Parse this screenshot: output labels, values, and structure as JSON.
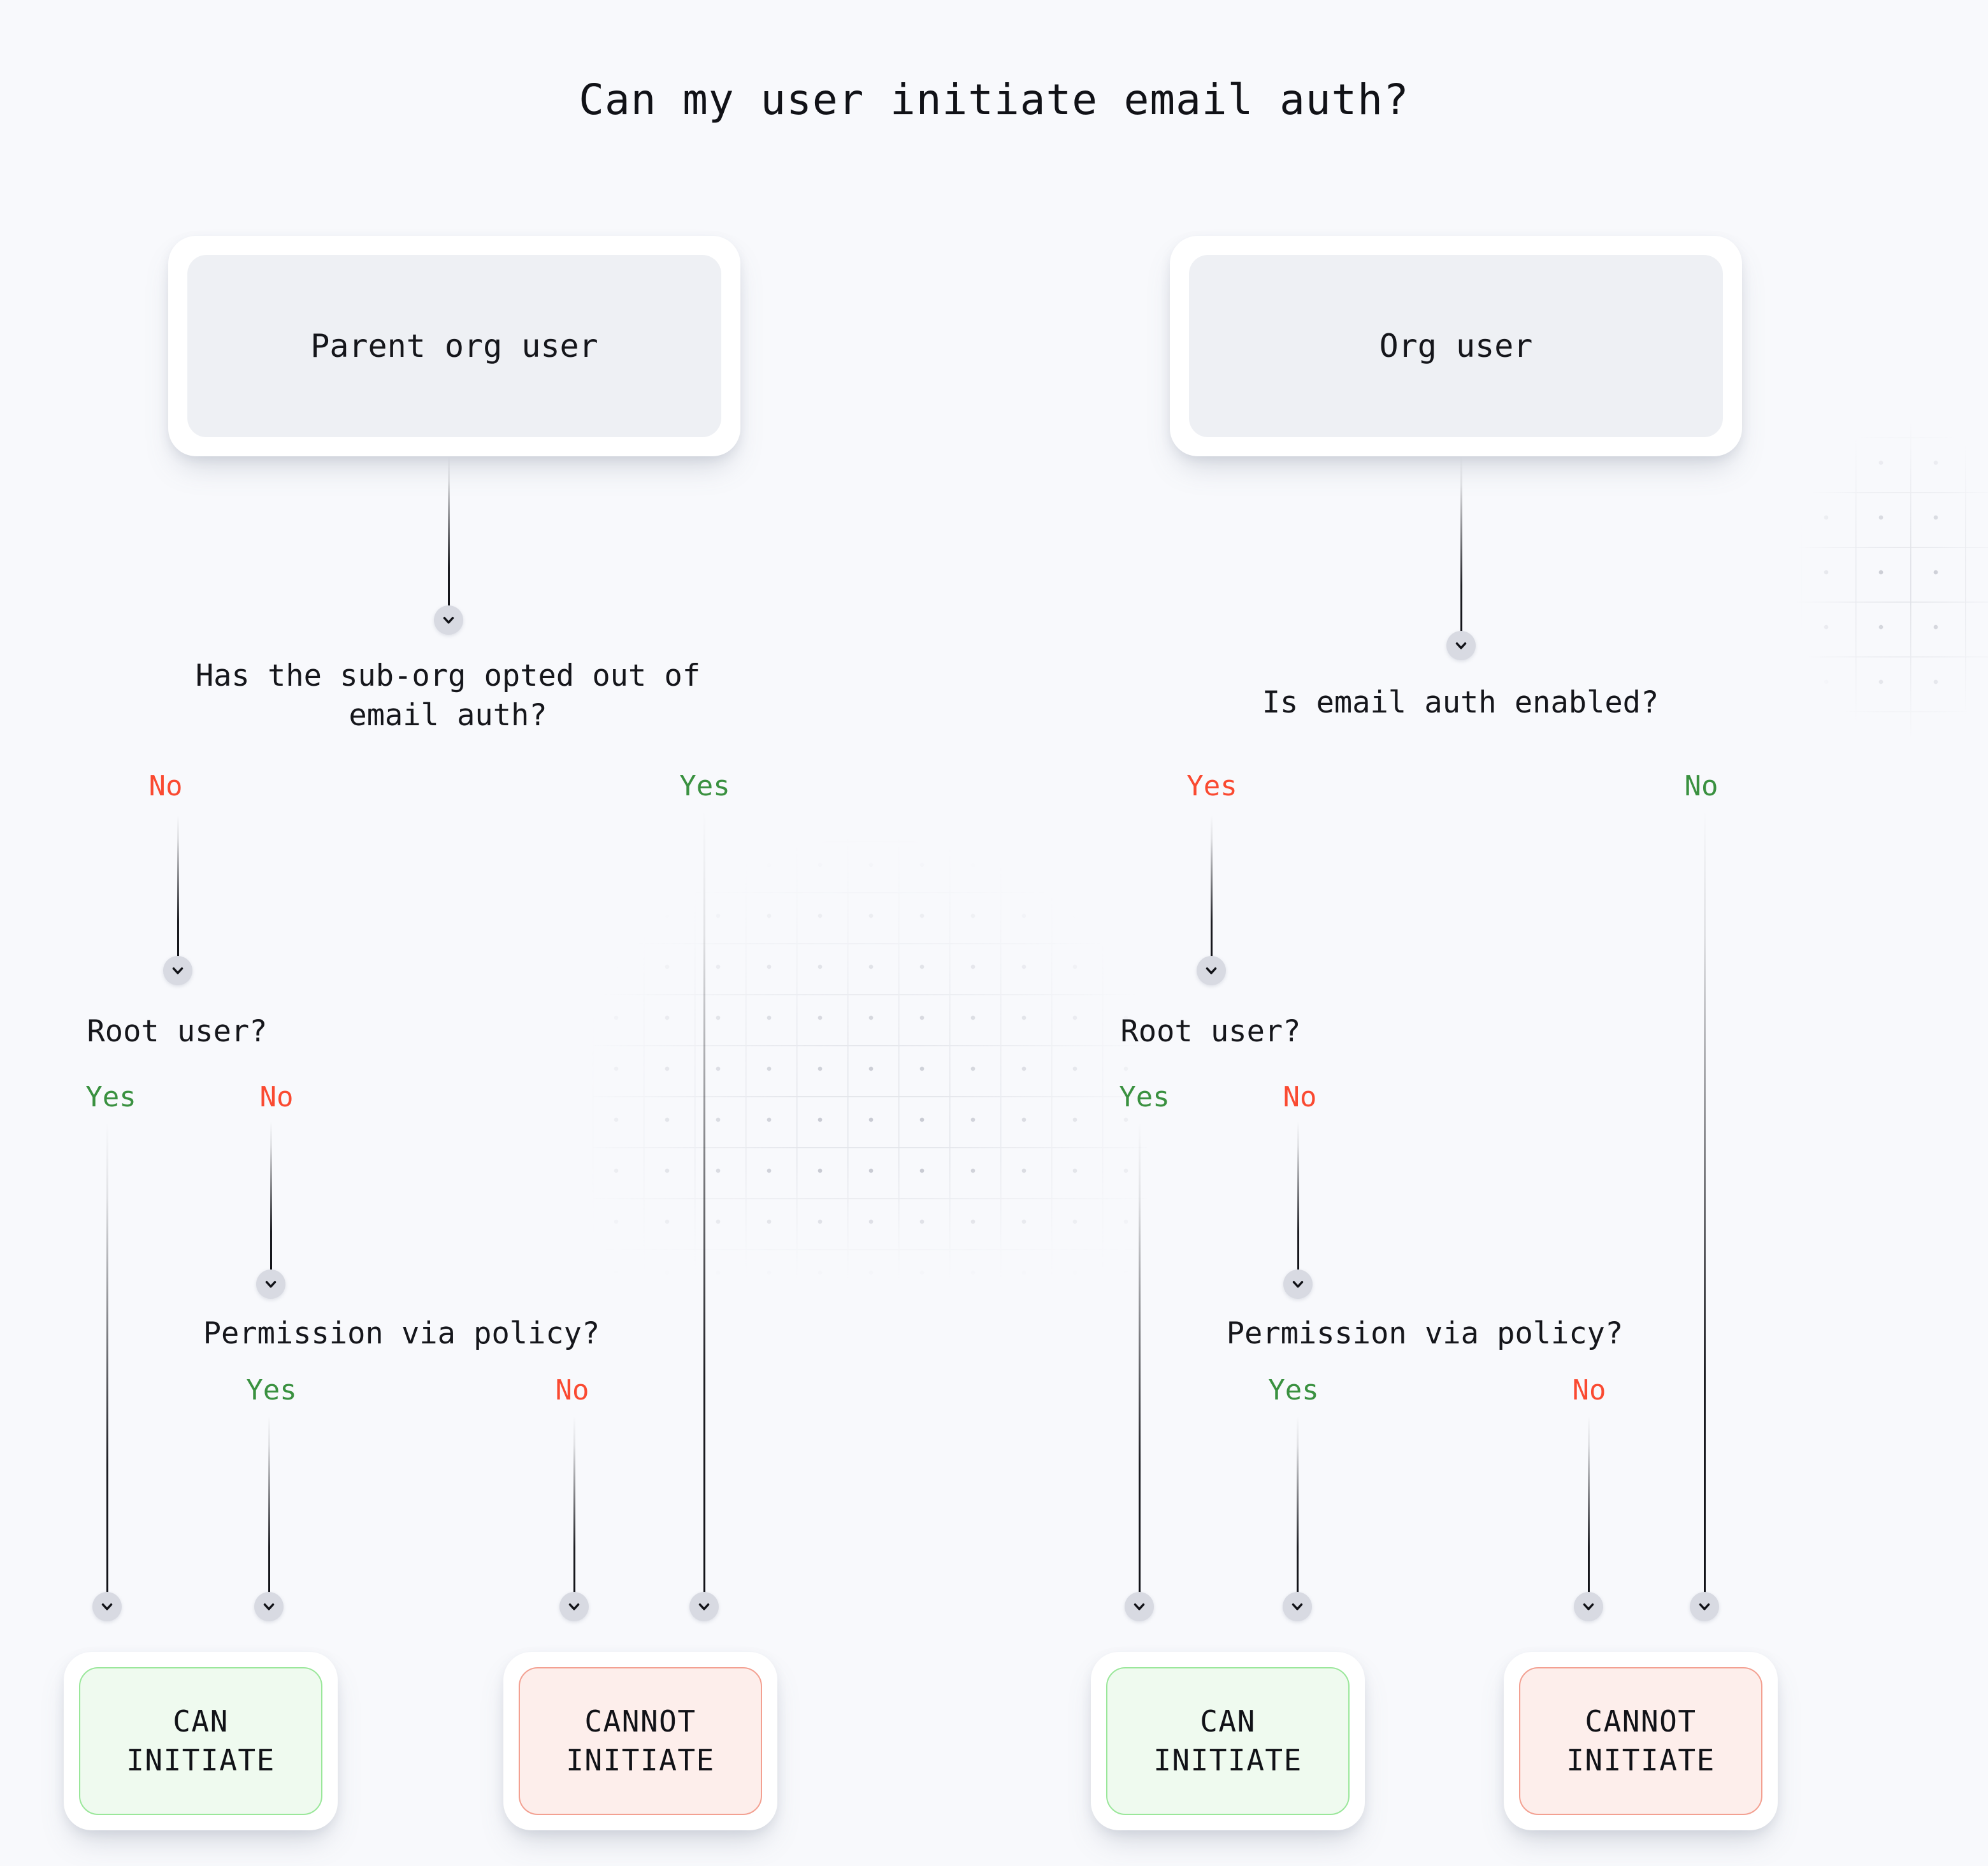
{
  "title": "Can my user initiate email auth?",
  "colors": {
    "background": "#f8f9fc",
    "text": "#15161b",
    "yes_green": "#3a9140",
    "no_red": "#fa4a31",
    "card_white": "#ffffff",
    "card_inner_gray": "#eef0f4",
    "can_fill": "#effaef",
    "can_border": "#9ae79a",
    "cannot_fill": "#fdeeeb",
    "cannot_border": "#f3a091",
    "connector": "#111217",
    "chevron_circle": "#d8dae2"
  },
  "icons": {
    "chevron": "chevron-down-icon"
  },
  "tree": {
    "left": {
      "root_label": "Parent org user",
      "q1": {
        "text": "Has the sub-org opted out of\nemail auth?",
        "left_branch": "No",
        "right_branch": "Yes"
      },
      "q2": {
        "text": "Root user?",
        "left_branch": "Yes",
        "right_branch": "No"
      },
      "q3": {
        "text": "Permission via policy?",
        "left_branch": "Yes",
        "right_branch": "No"
      },
      "outcome_can": "CAN\nINITIATE",
      "outcome_cannot": "CANNOT\nINITIATE"
    },
    "right": {
      "root_label": "Org user",
      "q1": {
        "text": "Is email auth enabled?",
        "left_branch": "Yes",
        "right_branch": "No"
      },
      "q2": {
        "text": "Root user?",
        "left_branch": "Yes",
        "right_branch": "No"
      },
      "q3": {
        "text": "Permission via policy?",
        "left_branch": "Yes",
        "right_branch": "No"
      },
      "outcome_can": "CAN\nINITIATE",
      "outcome_cannot": "CANNOT\nINITIATE"
    }
  }
}
